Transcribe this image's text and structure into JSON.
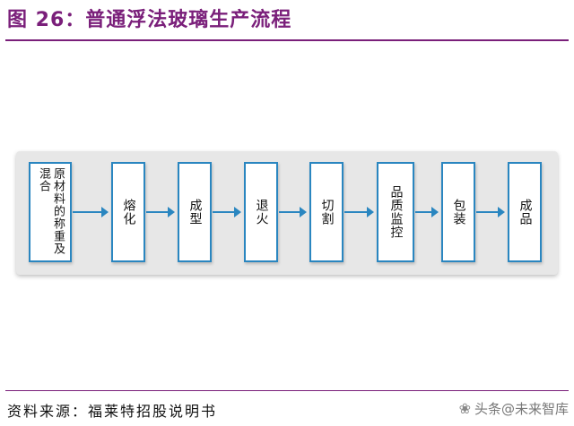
{
  "figure": {
    "title": "图 26：普通浮法玻璃生产流程"
  },
  "flow": {
    "steps": [
      {
        "label": "原材料的称重及混合"
      },
      {
        "label": "熔化"
      },
      {
        "label": "成型"
      },
      {
        "label": "退火"
      },
      {
        "label": "切割"
      },
      {
        "label": "品质监控"
      },
      {
        "label": "包装"
      },
      {
        "label": "成品"
      }
    ],
    "colors": {
      "box_border": "#2a86c0",
      "arrow": "#2a86c0",
      "panel": "#e7e7e7",
      "title": "#7a1f7a"
    }
  },
  "source": {
    "text": "资料来源：福莱特招股说明书"
  },
  "watermark": {
    "icon": "wechat-icon",
    "text": "头条@未来智库"
  }
}
